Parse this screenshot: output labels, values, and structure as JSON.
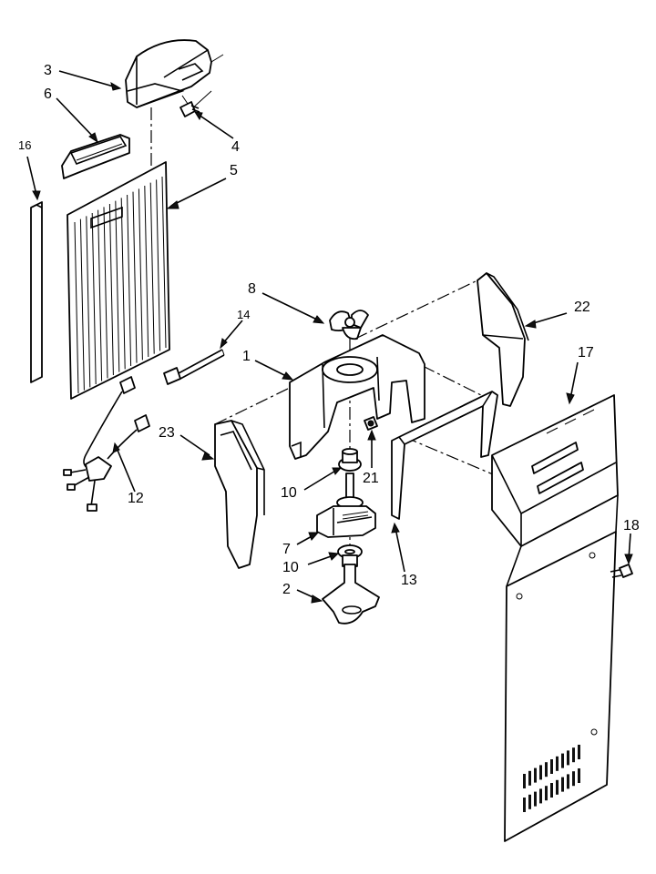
{
  "diagram": {
    "callouts": [
      {
        "id": "c3",
        "label": "3"
      },
      {
        "id": "c6",
        "label": "6"
      },
      {
        "id": "c16",
        "label": "16"
      },
      {
        "id": "c4",
        "label": "4"
      },
      {
        "id": "c5",
        "label": "5"
      },
      {
        "id": "c8",
        "label": "8"
      },
      {
        "id": "c14",
        "label": "14"
      },
      {
        "id": "c22",
        "label": "22"
      },
      {
        "id": "c1",
        "label": "1"
      },
      {
        "id": "c17",
        "label": "17"
      },
      {
        "id": "c23",
        "label": "23"
      },
      {
        "id": "c21",
        "label": "21"
      },
      {
        "id": "c10a",
        "label": "10"
      },
      {
        "id": "c12",
        "label": "12"
      },
      {
        "id": "c7",
        "label": "7"
      },
      {
        "id": "c10b",
        "label": "10"
      },
      {
        "id": "c13",
        "label": "13"
      },
      {
        "id": "c18",
        "label": "18"
      },
      {
        "id": "c2",
        "label": "2"
      }
    ]
  }
}
